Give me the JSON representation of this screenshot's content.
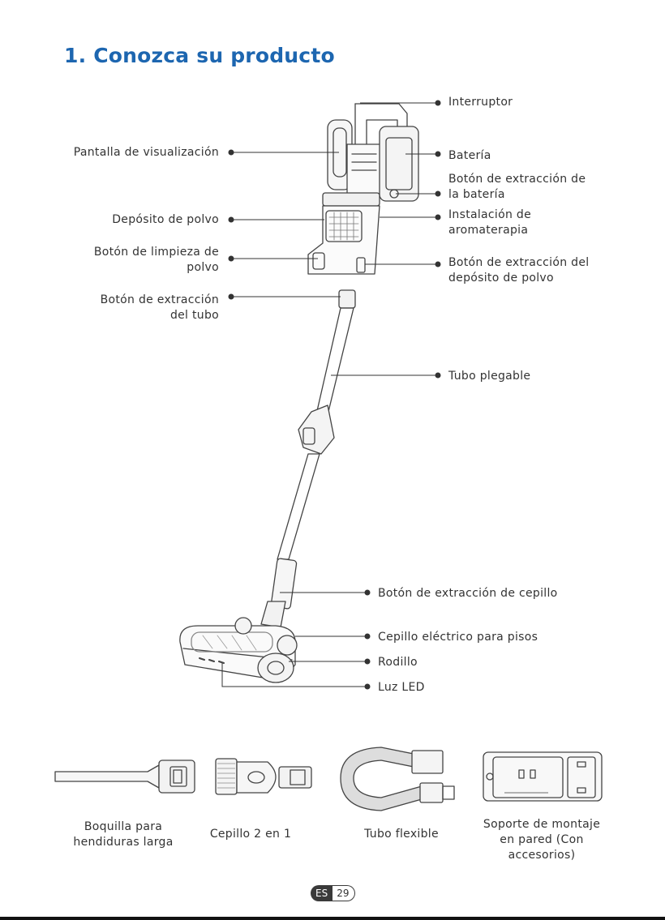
{
  "page": {
    "title": "1. Conozca su producto",
    "language_badge": "ES",
    "page_number": "29"
  },
  "labels": {
    "interruptor": "Interruptor",
    "pantalla": "Pantalla de visualización",
    "bateria": "Batería",
    "boton_bateria_1": "Botón de extracción de",
    "boton_bateria_2": "la batería",
    "deposito": "Depósito de polvo",
    "aroma_1": "Instalación de",
    "aroma_2": "aromaterapia",
    "limpieza_1": "Botón de limpieza de",
    "limpieza_2": "polvo",
    "extr_deposito_1": "Botón de extracción del",
    "extr_deposito_2": "depósito de polvo",
    "extr_tubo_1": "Botón de extracción",
    "extr_tubo_2": "del tubo",
    "tubo_plegable": "Tubo plegable",
    "extr_cepillo": "Botón de extracción de cepillo",
    "cepillo_pisos": "Cepillo eléctrico para pisos",
    "rodillo": "Rodillo",
    "luz_led": "Luz LED"
  },
  "accessories": [
    {
      "line1": "Boquilla para",
      "line2": "hendiduras larga",
      "line3": ""
    },
    {
      "line1": "Cepillo 2 en 1",
      "line2": "",
      "line3": ""
    },
    {
      "line1": "Tubo flexible",
      "line2": "",
      "line3": ""
    },
    {
      "line1": "Soporte de montaje",
      "line2": "en pared (Con",
      "line3": "accesorios)"
    }
  ],
  "colors": {
    "title": "#1d66b0",
    "line": "#333333"
  }
}
